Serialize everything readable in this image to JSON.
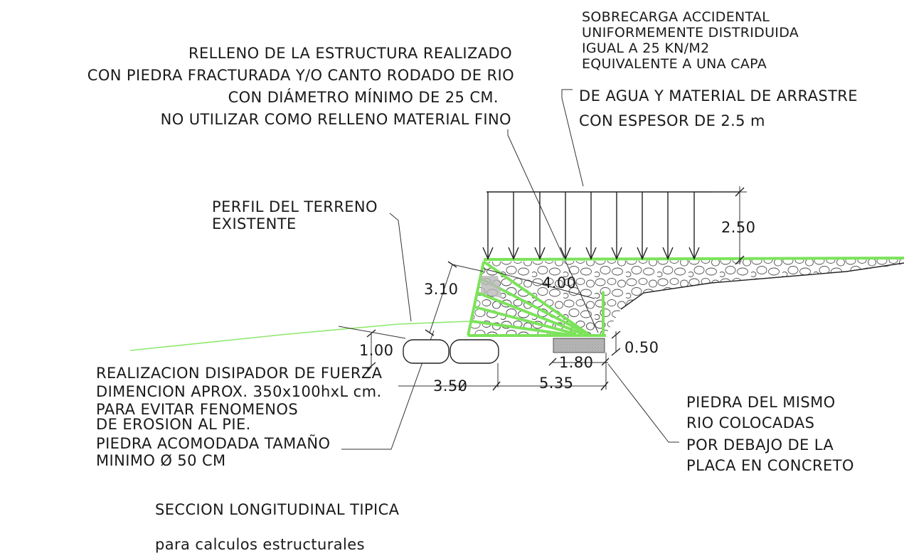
{
  "notes": {
    "fill_note": [
      "RELLENO DE LA ESTRUCTURA REALIZADO",
      "CON PIEDRA FRACTURADA Y/O CANTO RODADO DE RIO",
      "CON DIÁMETRO MÍNIMO DE 25 CM.",
      "NO UTILIZAR COMO RELLENO MATERIAL FINO"
    ],
    "overload_note": [
      "SOBRECARGA ACCIDENTAL",
      "UNIFORMEMENTE DISTRIDUIDA",
      "IGUAL A 25 KN/M2",
      "EQUIVALENTE A UNA CAPA",
      "DE AGUA Y MATERIAL DE ARRASTRE",
      "CON ESPESOR DE 2.5 m"
    ],
    "terrain_note": [
      "PERFIL DEL TERRENO",
      "EXISTENTE"
    ],
    "dissipator_note": [
      "REALIZACION DISIPADOR DE FUERZA",
      "DIMENCION APROX. 350x100hxL cm.",
      "PARA EVITAR FENOMENOS",
      "DE EROSION AL PIE.",
      "PIEDRA ACOMODADA TAMAÑO",
      "MINIMO Ø 50 CM"
    ],
    "stone_note": [
      "PIEDRA DEL MISMO",
      "RIO COLOCADAS",
      "POR DEBAJO DE LA",
      "PLACA EN CONCRETO"
    ]
  },
  "dimensions": {
    "load_height": "2.50",
    "wall_height": "3.10",
    "wall_top_width": "4.00",
    "slab_thickness": "0.50",
    "slab_width": "1.80",
    "dissipator_height": "1.00",
    "dissipator_length": "3.50",
    "base_length": "5.35"
  },
  "title": "SECCION LONGITUDINAL TIPICA",
  "subtitle": "para calculos estructurales",
  "colors": {
    "line": "#222222",
    "wall_outline": "#7ce35b",
    "slab_fill": "#b8b8b8"
  }
}
